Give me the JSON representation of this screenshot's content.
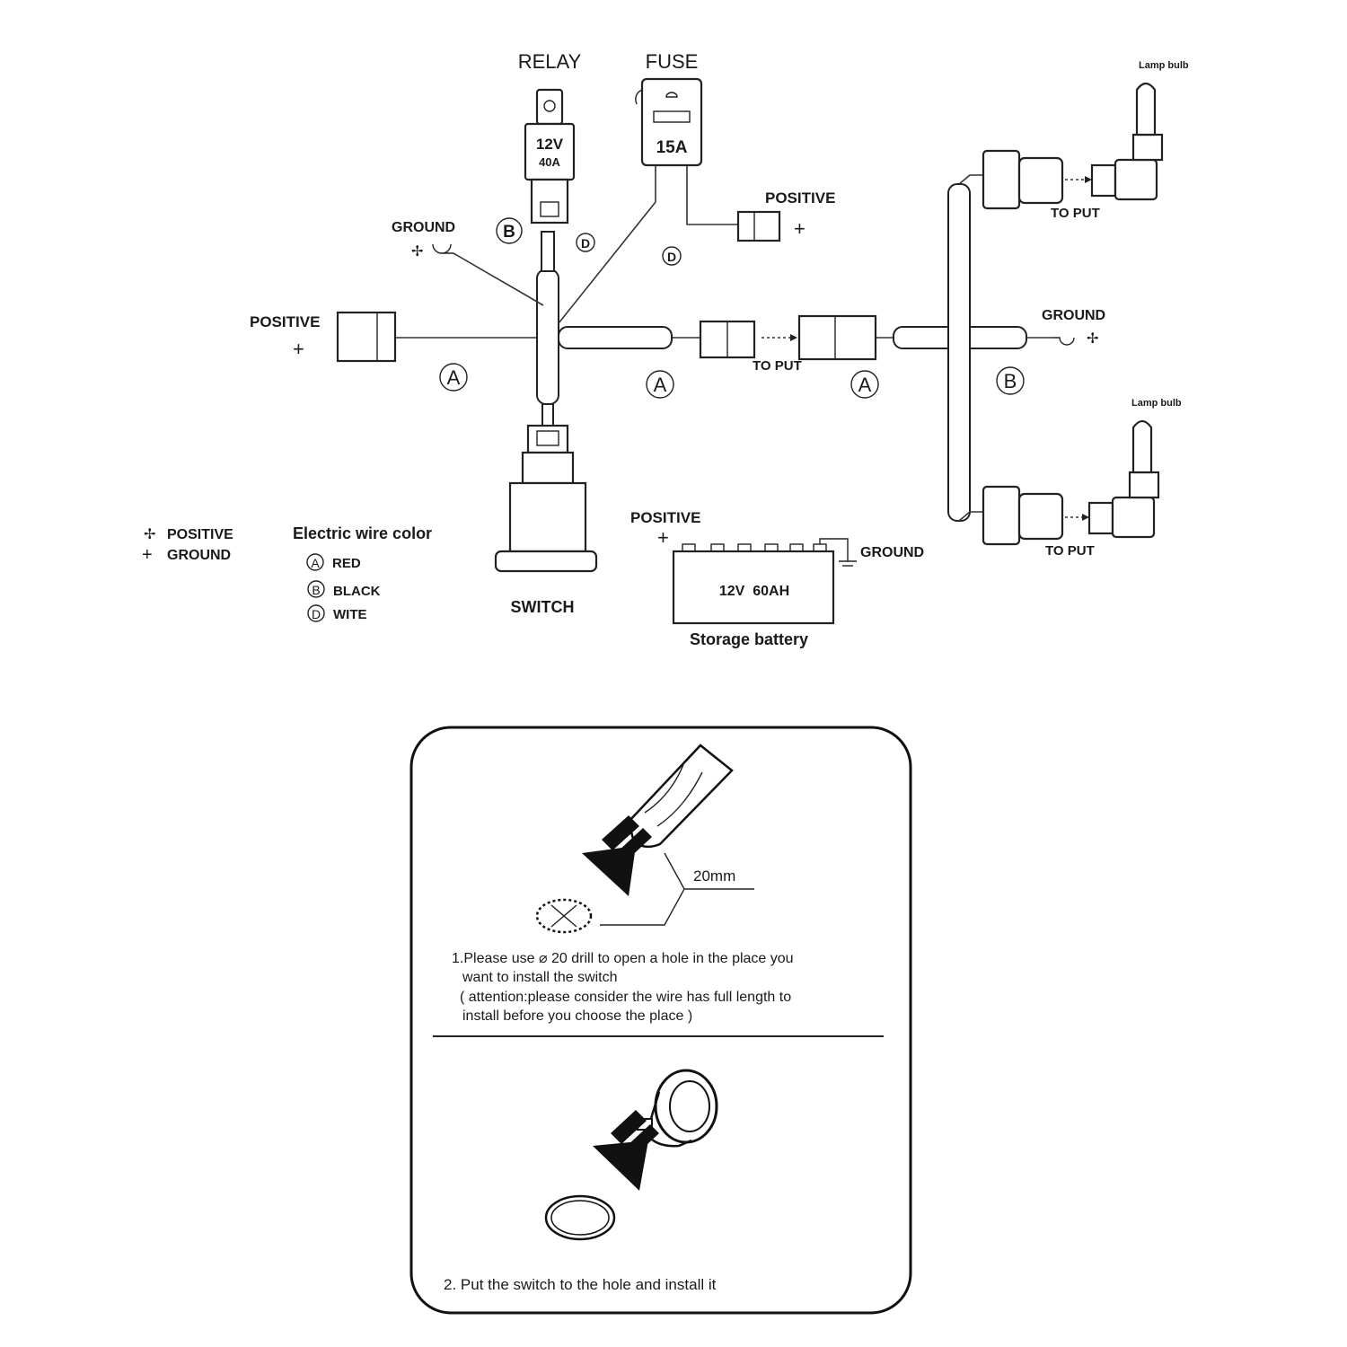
{
  "wiring": {
    "relay": {
      "title": "RELAY",
      "voltage": "12V",
      "rating": "40A"
    },
    "fuse": {
      "title": "FUSE",
      "rating": "15A"
    },
    "positive_label": "POSITIVE",
    "ground_label": "GROUND",
    "to_put": "TO PUT",
    "lamp_bulb": "Lamp bulb",
    "switch_label": "SWITCH",
    "battery": {
      "positive": "POSITIVE",
      "ground": "GROUND",
      "rating": "12V  60AH",
      "caption": "Storage battery"
    },
    "wire_markers": {
      "a": "A",
      "b": "B",
      "d": "D"
    },
    "symbols": {
      "plus": "+",
      "ground": "✢"
    }
  },
  "legend": {
    "positive": "POSITIVE",
    "ground": "GROUND",
    "wire_color_title": "Electric wire color",
    "items": [
      {
        "letter": "A",
        "color": "RED"
      },
      {
        "letter": "B",
        "color": "BLACK"
      },
      {
        "letter": "D",
        "color": "WITE"
      }
    ]
  },
  "instructions": {
    "drill_size": "20mm",
    "step1": {
      "line1": "1.Please use ⌀ 20 drill to open a hole in the place you",
      "line2": "want to install the switch",
      "line3": "( attention:please consider the wire has full length to",
      "line4": "install before you choose the place )"
    },
    "step2": "2. Put the switch to the hole and install it"
  }
}
